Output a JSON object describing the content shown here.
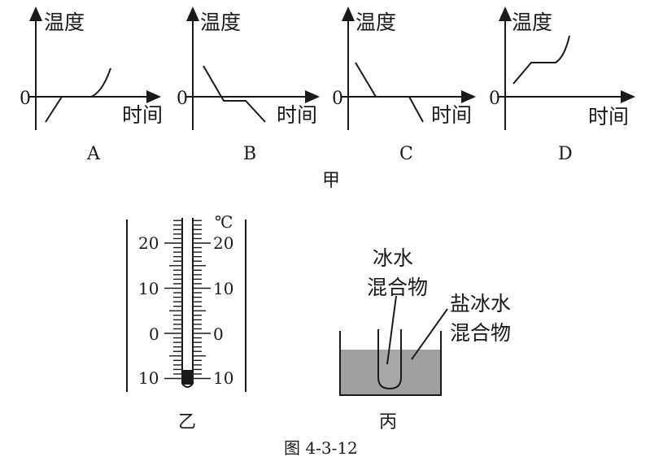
{
  "graphs": [
    {
      "id": "A",
      "y_label": "温度",
      "x_label": "时间",
      "origin": "0",
      "letter": "A"
    },
    {
      "id": "B",
      "y_label": "温度",
      "x_label": "时间",
      "origin": "0",
      "letter": "B"
    },
    {
      "id": "C",
      "y_label": "温度",
      "x_label": "时间",
      "origin": "0",
      "letter": "C"
    },
    {
      "id": "D",
      "y_label": "温度",
      "x_label": "时间",
      "origin": "0",
      "letter": "D"
    }
  ],
  "part_jia": "甲",
  "thermometer": {
    "unit": "℃",
    "left_ticks": [
      "20",
      "10",
      "0",
      "10"
    ],
    "right_ticks": [
      "20",
      "10",
      "0",
      "10"
    ],
    "label": "乙"
  },
  "beaker": {
    "inner_label_1": "冰水",
    "inner_label_2": "混合物",
    "outer_label_1": "盐冰水",
    "outer_label_2": "混合物",
    "label": "丙"
  },
  "figure_caption": "图 4-3-12"
}
